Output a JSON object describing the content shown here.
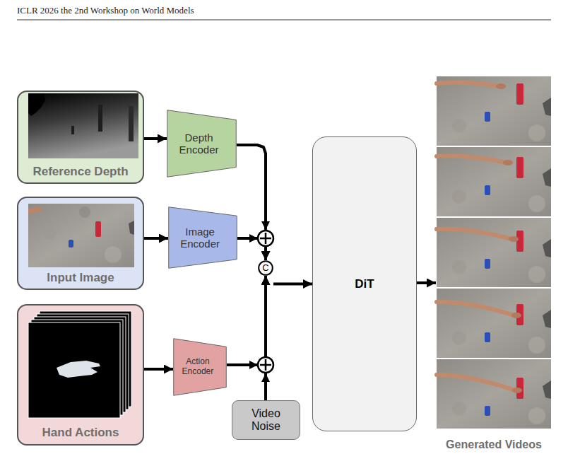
{
  "diagram": {
    "nodes": [
      {
        "text": [
          "Reference Depth"
        ]
      },
      {
        "text": [
          "Input Image"
        ]
      },
      {
        "text": [
          "Hand Actions"
        ]
      },
      {
        "text": [
          "Depth Encoder"
        ]
      },
      {
        "text": [
          "Image Encoder"
        ]
      },
      {
        "text": [
          "Action Encoder"
        ]
      },
      {
        "text": [
          "Video Noise"
        ]
      },
      {
        "text": [
          "C"
        ]
      },
      {
        "text": [
          "DiT"
        ]
      },
      {
        "text": [
          "Generated Videos"
        ]
      }
    ],
    "edges": [
      {
        "from": 0,
        "to": 3,
        "arrow": "to"
      },
      {
        "from": 1,
        "to": 4,
        "arrow": "to"
      },
      {
        "from": 2,
        "to": 5,
        "arrow": "to"
      },
      {
        "from": 3,
        "to": 7,
        "arrow": "to"
      },
      {
        "from": 4,
        "to": 7,
        "arrow": "to"
      },
      {
        "from": 5,
        "to": 7,
        "arrow": "to"
      },
      {
        "from": 6,
        "to": 7,
        "arrow": "to"
      },
      {
        "from": 7,
        "to": 8,
        "arrow": "to"
      },
      {
        "from": 8,
        "to": 9,
        "arrow": "to"
      }
    ],
    "labels": [
      "ICLR 2026 the 2nd Workshop on World Models"
    ]
  }
}
